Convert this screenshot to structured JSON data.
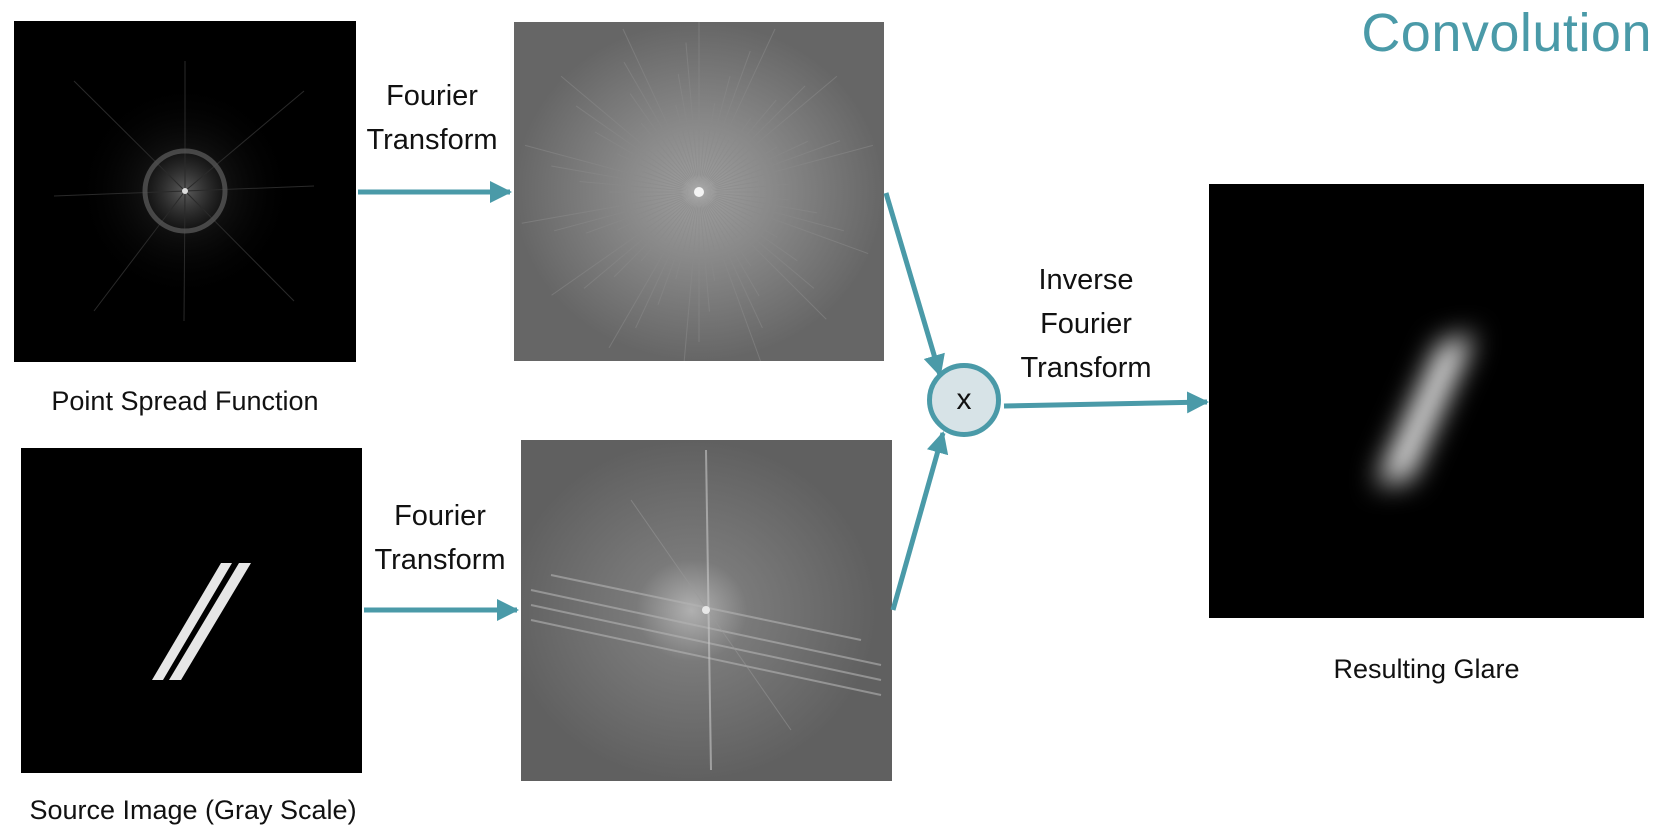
{
  "title": "Convolution",
  "captions": {
    "psf": "Point Spread Function",
    "source": "Source Image (Gray Scale)",
    "result": "Resulting Glare"
  },
  "labels": {
    "ft_top": [
      "Fourier",
      "Transform"
    ],
    "ft_bottom": [
      "Fourier",
      "Transform"
    ],
    "inverse": [
      "Inverse",
      "Fourier",
      "Transform"
    ]
  },
  "operator": "x",
  "colors": {
    "accent": "#4a9aa8",
    "operator_fill": "#d7e3e7",
    "image_background": "#000000",
    "spectrum_background": "#6e6e6e"
  }
}
